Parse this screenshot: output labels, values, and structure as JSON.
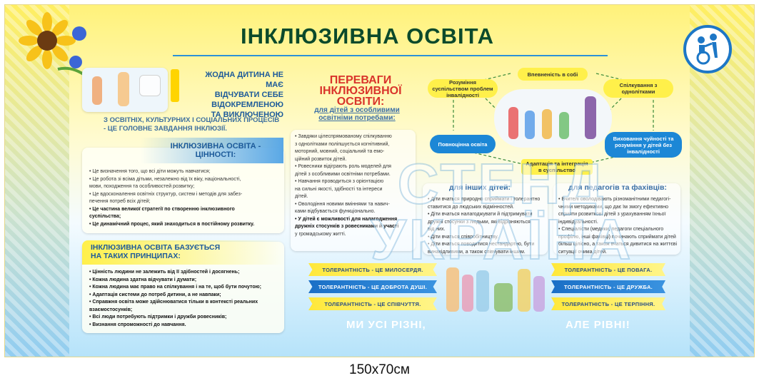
{
  "title": "ІНКЛЮЗИВНА ОСВІТА",
  "lead": [
    "ЖОДНА ДИТИНА НЕ МАЄ",
    "ВІДЧУВАТИ СЕБЕ",
    "ВІДОКРЕМЛЕНОЮ",
    "ТА ВИКЛЮЧЕНОЮ"
  ],
  "lead_rest": "З ОСВІТНІХ, КУЛЬТУРНИХ І СОЦІАЛЬНИХ ПРОЦЕСІВ - ЦЕ ГОЛОВНЕ ЗАВДАННЯ ІНКЛЮЗІЇ.",
  "values": {
    "header": "ІНКЛЮЗИВНА ОСВІТА - ЦІННОСТІ:",
    "items": [
      "• Це визначення того, що всі діти можуть навчатися;",
      "• Це робота зі всіма дітьми, незалежно від їх віку, національності,",
      "мови, походження та особливостей розвитку;",
      "• Це вдосконалення освітніх структур, систем і методів для забез-",
      "печення потреб всіх дітей;",
      "• Це частина великої стратегії по створенню інклюзивного",
      "суспільства;",
      "• Це динамічний процес, який знаходиться в постійному розвитку."
    ]
  },
  "principles": {
    "header": "ІНКЛЮЗИВНА ОСВІТА БАЗУЄТЬСЯ НА ТАКИХ ПРИНЦИПАХ:",
    "items": [
      "• Цінність людини не залежить від її здібностей і досягнень;",
      "• Кожна людина здатна відчувати і думати;",
      "• Кожна людина має право на спілкування і на те, щоб бути почутою;",
      "• Адаптація системи до потреб дитини, а не навпаки;",
      "• Справжня освіта може здійснюватися тільки в контексті реальних",
      "взаємостосунків;",
      "• Всі люди потребують підтримки і дружби ровесників;",
      "• Визнання спроможності до навчання."
    ]
  },
  "advantages": {
    "title": "ПЕРЕВАГИ ІНКЛЮЗИВНОЇ ОСВІТИ:",
    "special_header": "для дітей з особливими освітніми потребами:",
    "special_items": [
      "• Завдяки цілеспрямованому спілкуванню",
      "з однолітками поліпшується когнітивний,",
      "моторний, мовний, соціальний та емо-",
      "ційний розвиток дітей.",
      "• Ровесники відіграють роль моделей для",
      "дітей з особливими освітніми потребами.",
      "• Навчання проводиться з орієнтацією",
      "на сильні якості, здібності та інтереси",
      "дітей.",
      "• Оволодіння новими вміннями та навич-",
      "ками відбувається функціонально.",
      "• У дітей є можливості для налагодження",
      "дружніх стосунків з ровесниками й участі",
      "у громадському житті."
    ],
    "others_header": "для інших дітей:",
    "others_items": [
      "• Діти вчаться природно сприймати і толерантно",
      "ставитися до людських відмінностей.",
      "• Діти вчаться налагоджувати й підтримувати",
      "дружні стосунки з людьми, які відрізняються",
      "від них.",
      "• Діти вчаться співробітництву.",
      "• Діти вчаться поводитися нестандартно, бути",
      "винахідливими, а також співчувати іншим."
    ],
    "teachers_header": "для педагогів та фахівців:",
    "teachers_items": [
      "• Вчителі оволодівають різноманітними педагогі-",
      "чними методиками, що дає їм змогу ефективно",
      "сприяти розвиткові дітей з урахуванням їхньої",
      "індивідуальності.",
      "• Спеціалісти (медики, педагоги спеціального",
      "профілю, інші фахівці) починають сприймати дітей",
      "більш цілісно, а також вчаться дивитися на життєві",
      "ситуації очима дітей."
    ]
  },
  "cycle": {
    "top": "Впевненість в собі",
    "left_top": "Розуміння суспільством проблем інвалідності",
    "right_top": "Спілкування з однолітками",
    "left_bottom": "Повноцінна освіта",
    "right_bottom": "Виховання чуйності та розуміння у дітей без інвалідності",
    "bottom": "Адаптація та інтеграція в суспільство"
  },
  "banners": {
    "left": [
      "ТОЛЕРАНТНІСТЬ - ЦЕ МИЛОСЕРДЯ.",
      "ТОЛЕРАНТНІСТЬ - ЦЕ ДОБРОТА ДУШІ.",
      "ТОЛЕРАНТНІСТЬ - ЦЕ СПІВЧУТТЯ."
    ],
    "right": [
      "ТОЛЕРАНТНІСТЬ - ЦЕ ПОВАГА.",
      "ТОЛЕРАНТНІСТЬ - ЦЕ ДРУЖБА.",
      "ТОЛЕРАНТНІСТЬ - ЦЕ ТЕРПІННЯ."
    ]
  },
  "slogan": {
    "left": "МИ УСІ РІЗНІ,",
    "right": "АЛЕ РІВНІ!"
  },
  "watermark": [
    "СТЕНД",
    "УКРАЇНА"
  ],
  "caption": "150х70см",
  "colors": {
    "accent_blue": "#1c87d6",
    "accent_yellow": "#fff04a",
    "title_green": "#0b4a2b",
    "red": "#d9342b"
  },
  "icons": {
    "logo": "accessibility-logo-icon",
    "flower": "sunflower-icon"
  }
}
